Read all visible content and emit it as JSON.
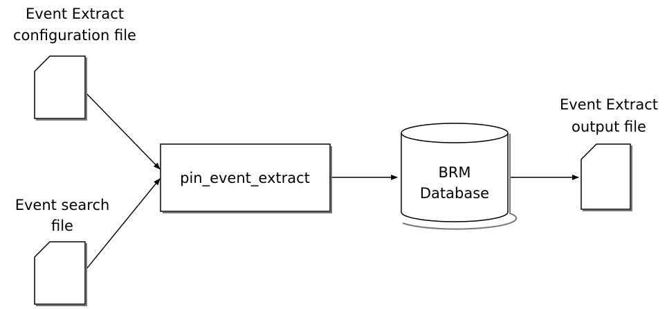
{
  "diagram": {
    "nodes": {
      "config_file": {
        "label_line1": "Event Extract",
        "label_line2": "configuration file"
      },
      "search_file": {
        "label_line1": "Event search",
        "label_line2": "file"
      },
      "process": {
        "label": "pin_event_extract"
      },
      "database": {
        "label_line1": "BRM",
        "label_line2": "Database"
      },
      "output_file": {
        "label_line1": "Event Extract",
        "label_line2": "output file"
      }
    },
    "edges": [
      {
        "from": "config_file",
        "to": "process"
      },
      {
        "from": "search_file",
        "to": "process"
      },
      {
        "from": "process",
        "to": "database"
      },
      {
        "from": "database",
        "to": "output_file"
      }
    ]
  }
}
